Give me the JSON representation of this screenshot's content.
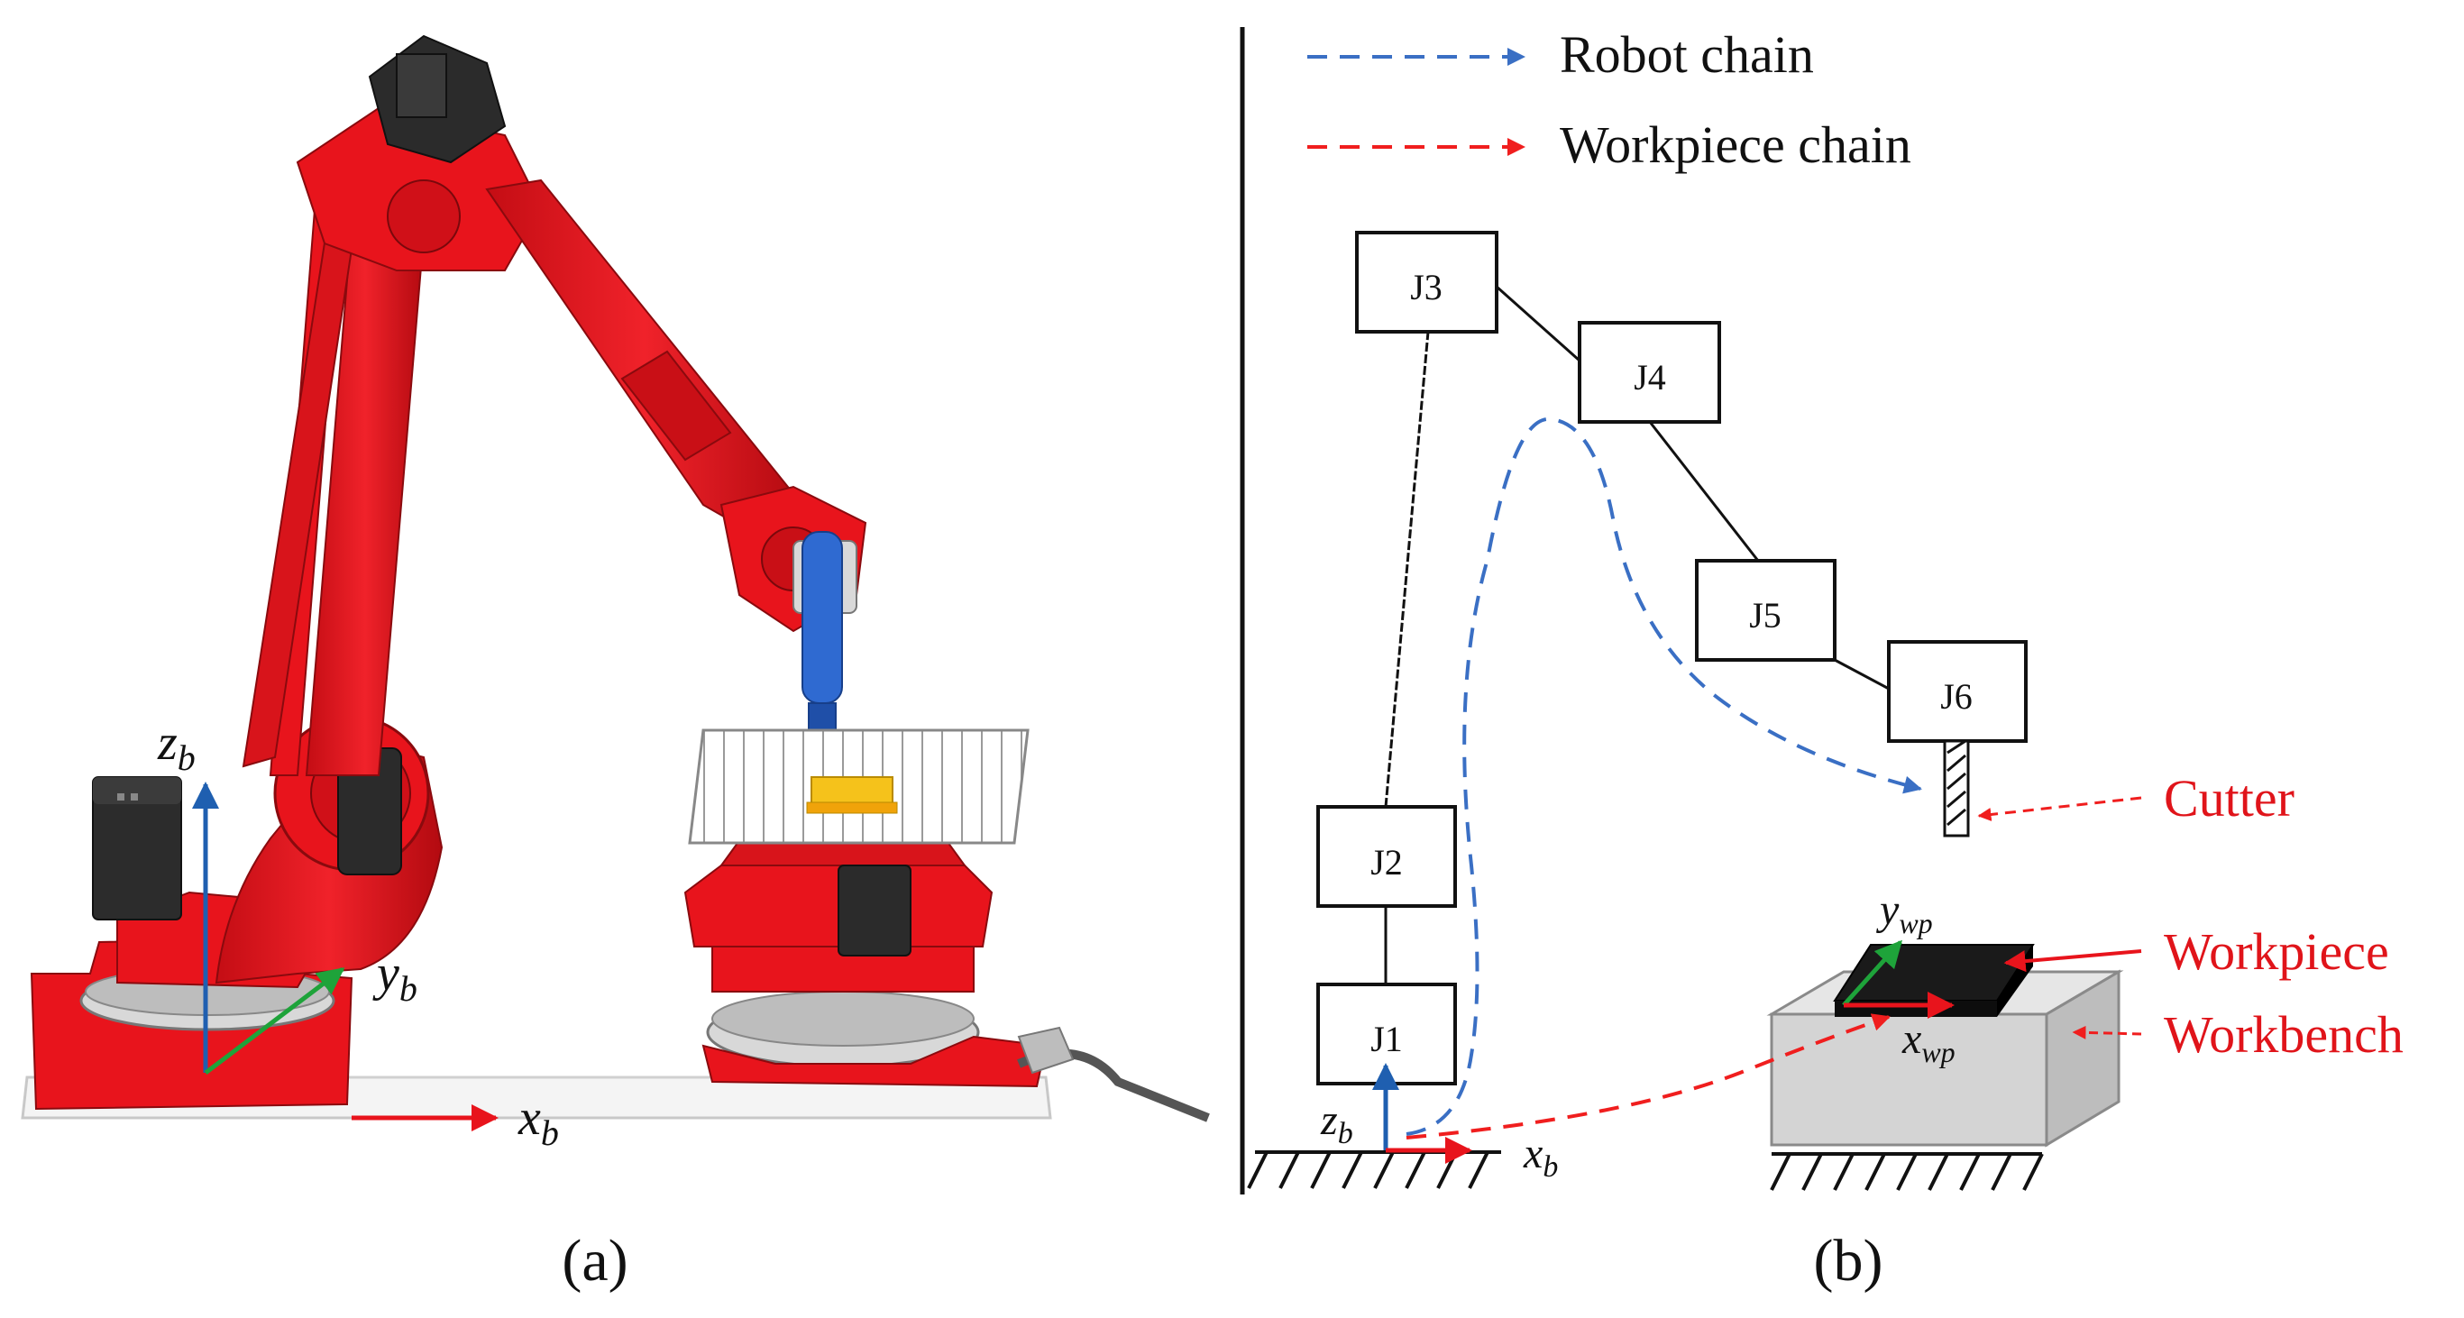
{
  "panel_a": {
    "caption": "(a)",
    "axes": {
      "z_main": "z",
      "z_sub": "b",
      "y_main": "y",
      "y_sub": "b",
      "x_main": "x",
      "x_sub": "b"
    }
  },
  "panel_b": {
    "caption": "(b)",
    "legend": {
      "robot_chain": "Robot chain",
      "workpiece_chain": "Workpiece chain"
    },
    "joints": [
      "J1",
      "J2",
      "J3",
      "J4",
      "J5",
      "J6"
    ],
    "labels": {
      "cutter": "Cutter",
      "workpiece": "Workpiece",
      "workbench": "Workbench"
    },
    "axes": {
      "z_main": "z",
      "z_sub": "b",
      "x_main": "x",
      "x_sub": "b",
      "ywp_main": "y",
      "ywp_sub": "wp",
      "xwp_main": "x",
      "xwp_sub": "wp"
    }
  },
  "colors": {
    "robot_red": "#e8141c",
    "robot_chain_blue": "#3a6fc4",
    "workpiece_chain_red": "#f01e1e",
    "label_red": "#e0141a",
    "axis_blue": "#1f5fb0",
    "axis_green": "#1ea33a"
  }
}
